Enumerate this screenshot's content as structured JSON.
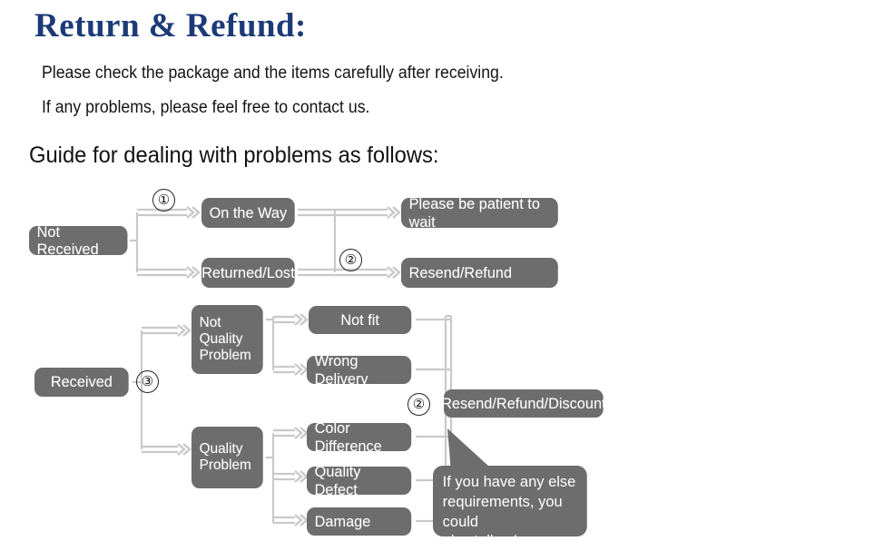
{
  "header": {
    "title": "Return & Refund:",
    "line1": "Please check the package and the items carefully after receiving.",
    "line2": "If any problems, please feel free to contact us.",
    "guide": "Guide for dealing with problems as follows:"
  },
  "colors": {
    "title": "#1c3a76",
    "node_fill": "#6d6d6d",
    "node_text": "#ffffff",
    "connector": "#c9c9c9",
    "background": "#ffffff",
    "body_text": "#141414"
  },
  "flow": {
    "not_received": "Not Received",
    "on_the_way": "On the Way",
    "returned_lost": "Returned/Lost",
    "please_wait": "Please be patient to wait",
    "resend_refund": "Resend/Refund",
    "received": "Received",
    "not_quality_problem": "Not\nQuality\nProblem",
    "quality_problem": "Quality\nProblem",
    "not_fit": "Not fit",
    "wrong_delivery": "Wrong Delivery",
    "color_difference": "Color Difference",
    "quality_defect": "Quality Defect",
    "damage": "Damage",
    "resend_refund_discount": "Resend/Refund/Discount",
    "bubble": "If you have any else\nrequirements, you could\nalso tell us!"
  },
  "markers": {
    "one": "①",
    "two_top": "②",
    "three": "③",
    "two_bottom": "②"
  },
  "marker_labels": {
    "one": "1",
    "two_top": "2",
    "three": "3",
    "two_bottom": "2"
  }
}
